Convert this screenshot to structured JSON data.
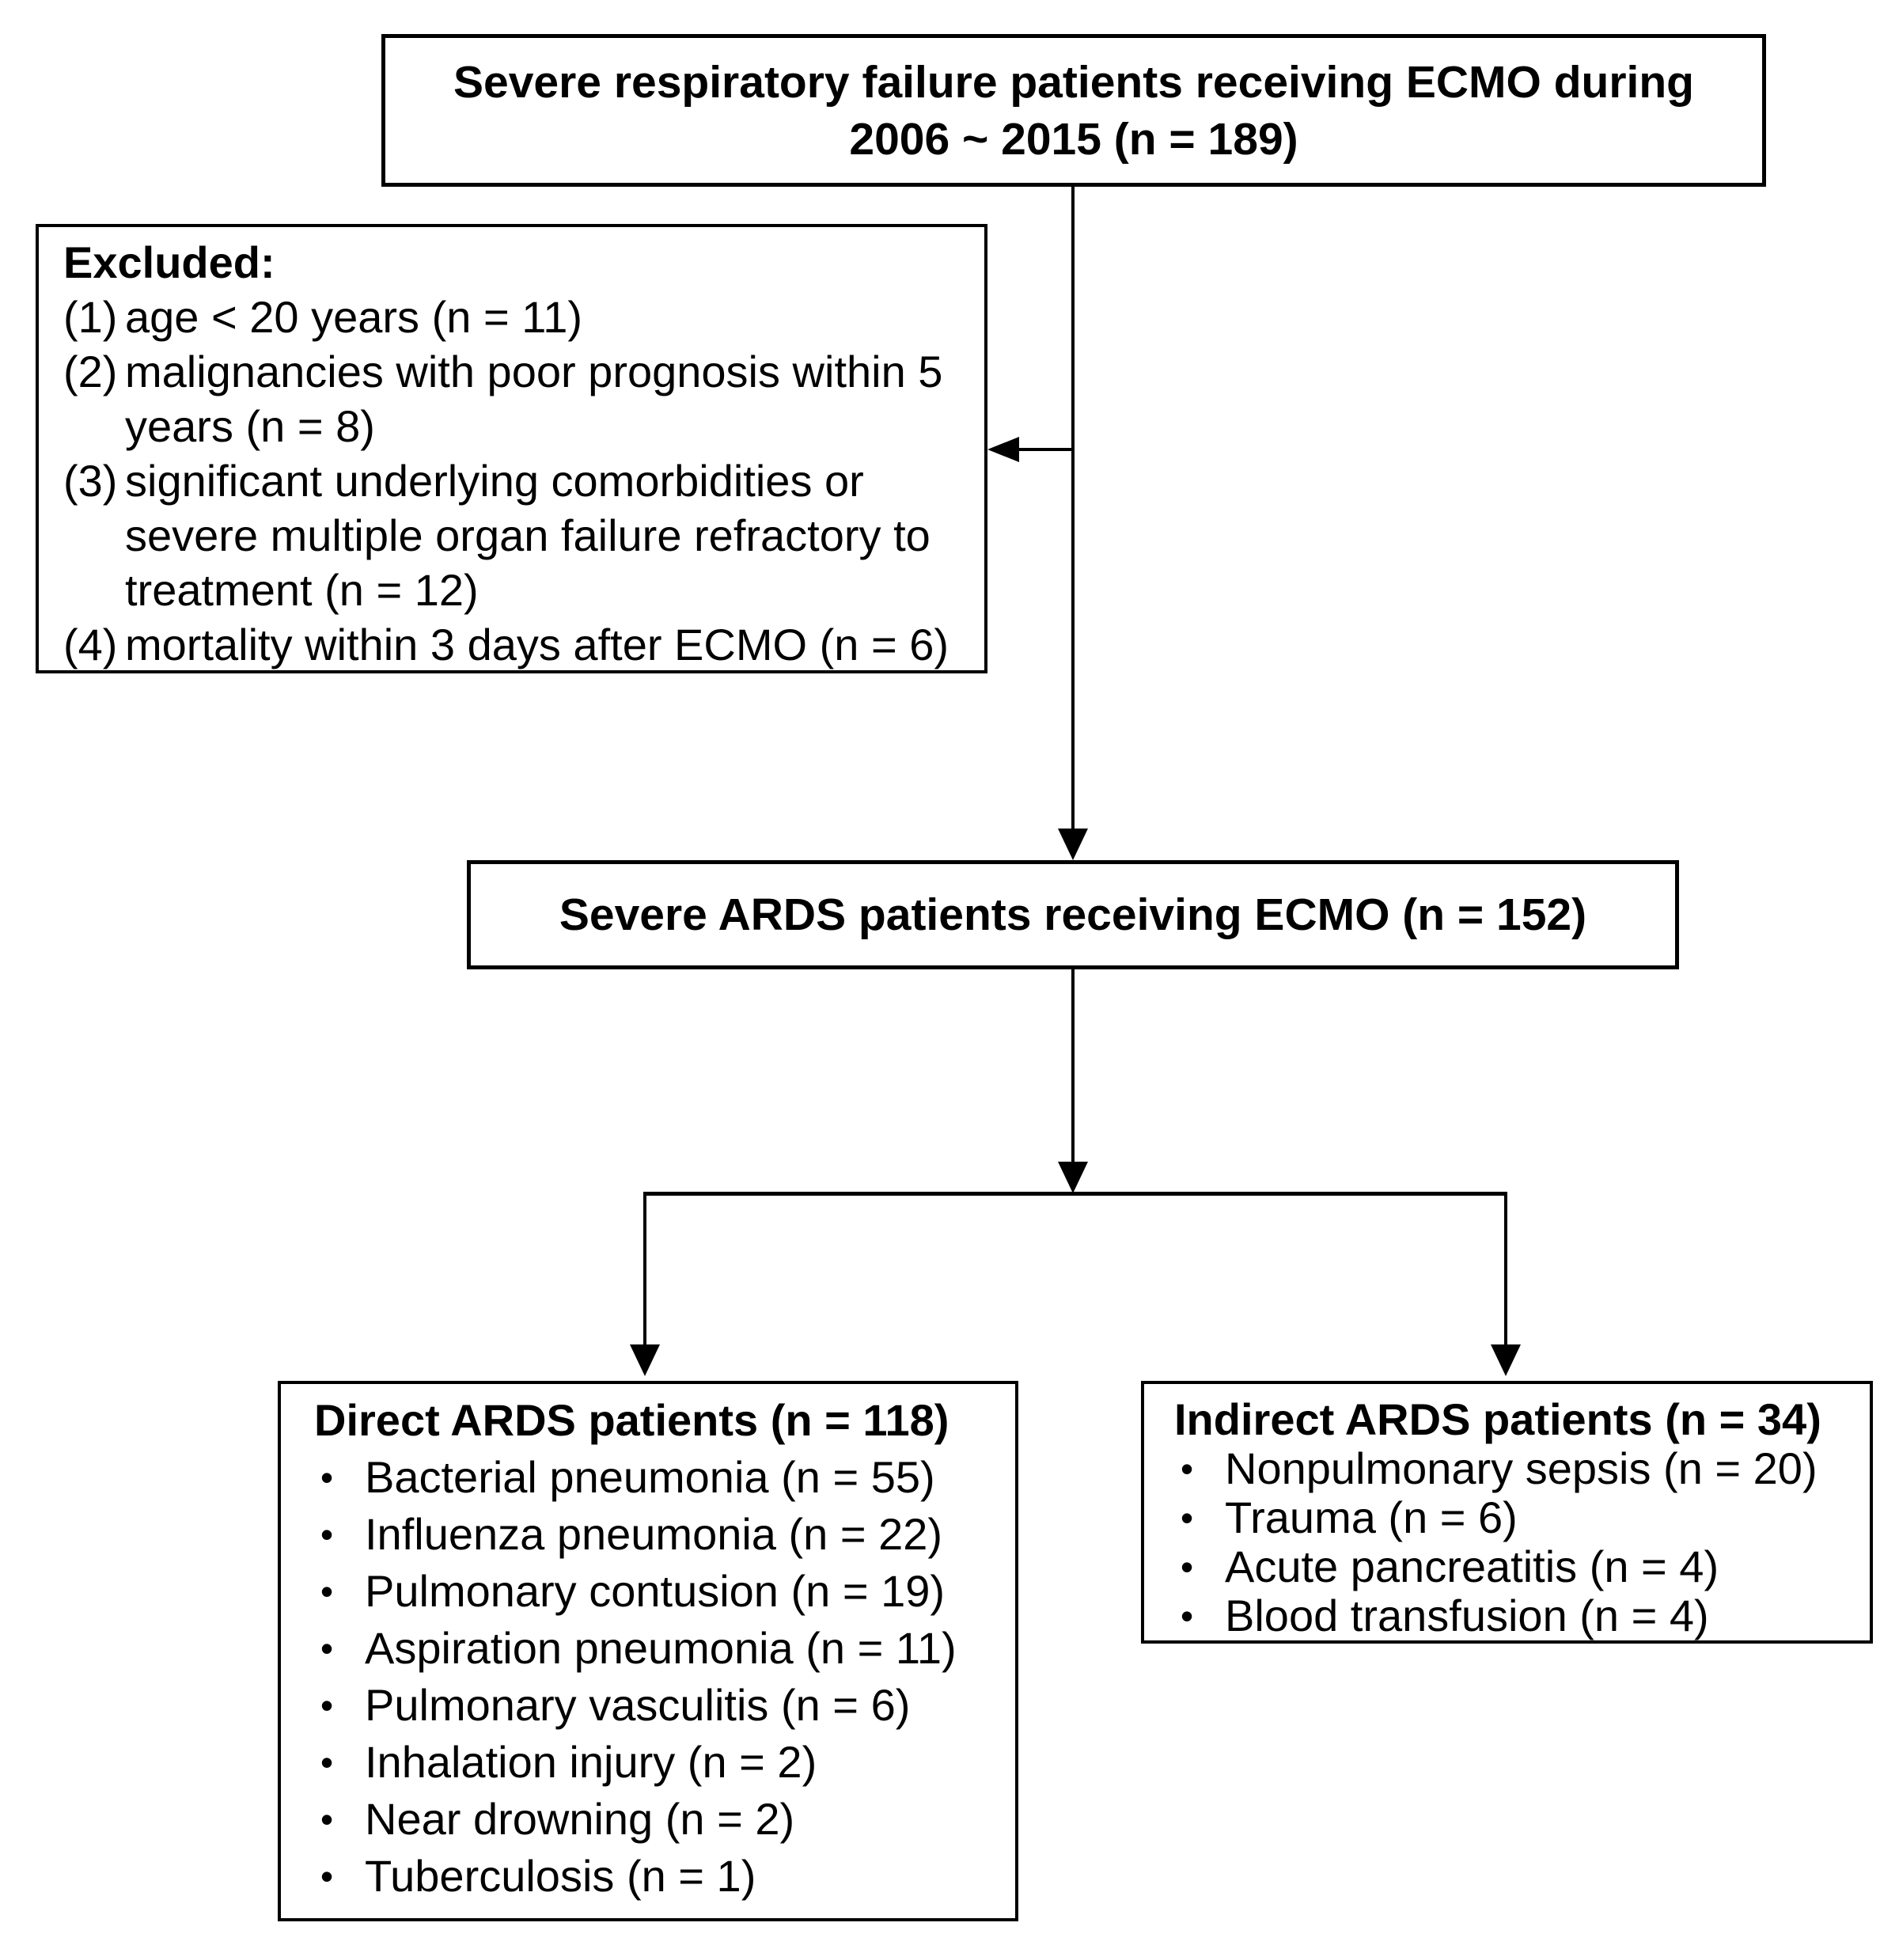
{
  "diagram": {
    "bullet_char": "•",
    "colors": {
      "line": "#000000",
      "text": "#000000",
      "background": "#ffffff"
    },
    "top_box": {
      "line1": "Severe respiratory failure patients receiving ECMO during",
      "line2": "2006 ~ 2015 (n = 189)"
    },
    "excluded_box": {
      "title": "Excluded:",
      "items": [
        {
          "marker": "(1)",
          "text": "age < 20 years (n = 11)"
        },
        {
          "marker": "(2)",
          "text": "malignancies with poor prognosis within 5 years (n = 8)"
        },
        {
          "marker": "(3)",
          "text": "significant underlying comorbidities or severe multiple organ failure refractory to treatment (n = 12)"
        },
        {
          "marker": "(4)",
          "text": "mortality within 3 days after ECMO (n = 6)"
        }
      ]
    },
    "middle_box": {
      "text": "Severe ARDS patients receiving ECMO (n = 152)"
    },
    "direct_box": {
      "title": "Direct ARDS patients (n = 118)",
      "items": [
        "Bacterial pneumonia (n = 55)",
        "Influenza pneumonia (n = 22)",
        "Pulmonary contusion (n = 19)",
        "Aspiration pneumonia (n = 11)",
        "Pulmonary vasculitis (n = 6)",
        "Inhalation injury (n = 2)",
        "Near drowning (n = 2)",
        "Tuberculosis (n = 1)"
      ]
    },
    "indirect_box": {
      "title": "Indirect ARDS patients (n = 34)",
      "items": [
        "Nonpulmonary sepsis (n = 20)",
        "Trauma (n = 6)",
        "Acute pancreatitis (n = 4)",
        "Blood transfusion (n = 4)"
      ]
    }
  }
}
